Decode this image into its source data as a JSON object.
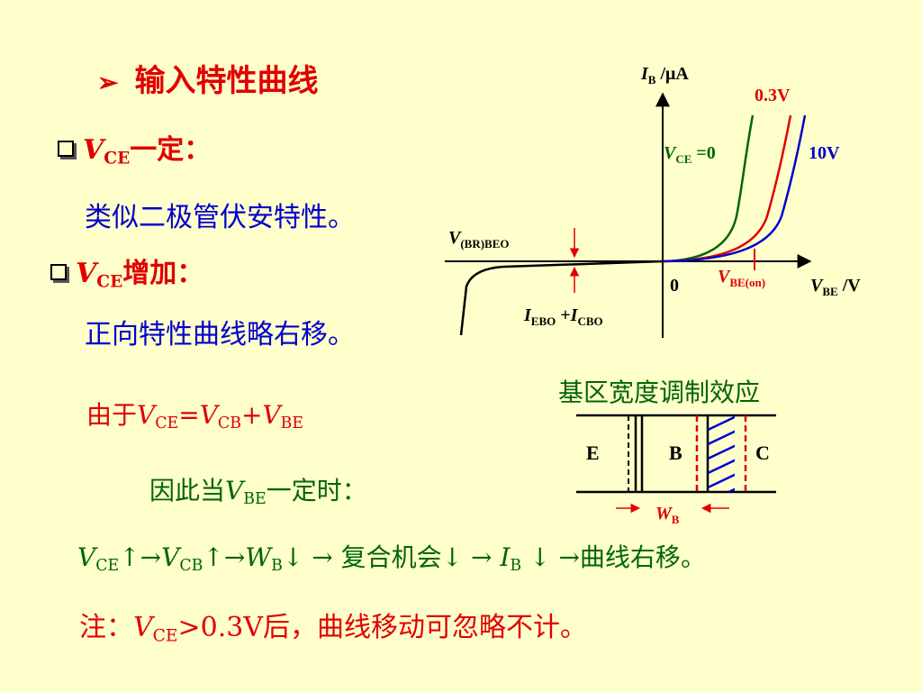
{
  "heading": {
    "arrow": "➢",
    "text": "输入特性曲线"
  },
  "bullet1": {
    "v": "V",
    "sub": "CE",
    "text": "一定：",
    "desc": "类似二极管伏安特性。"
  },
  "bullet2": {
    "v": "V",
    "sub": "CE",
    "text": "增加：",
    "desc": "正向特性曲线略右移。"
  },
  "eq1": {
    "prefix": "由于",
    "v1": "V",
    "s1": "CE",
    "eq": "=",
    "v2": "V",
    "s2": "CB",
    "plus": "+",
    "v3": "V",
    "s3": "BE"
  },
  "eq2": {
    "prefix": "因此当",
    "v": "V",
    "s": "BE",
    "suffix": "一定时："
  },
  "chain": {
    "v1": "V",
    "s1": "CE",
    "a1": "↑→",
    "v2": "V",
    "s2": "CB",
    "a2": "↑→",
    "w": "W",
    "ws": "B",
    "a3": "↓ → ",
    "t1": "复合机会",
    "a4": "↓ → ",
    "i": "I",
    "is": "B",
    "a5": " ↓ →",
    "t2": "曲线右移。"
  },
  "note": {
    "label": "注：",
    "v": "V",
    "s": "CE",
    "gt": ">0.3V",
    "text": "后，曲线移动可忽略不计。"
  },
  "graph": {
    "y_axis_label": "I",
    "y_axis_sub": "B",
    "y_axis_unit": " /μA",
    "x_axis_label": "V",
    "x_axis_sub": "BE",
    "x_axis_unit": " /V",
    "origin": "0",
    "vbe_on": "V",
    "vbe_on_sub": "BE(on)",
    "breakdown": "V",
    "breakdown_sub": "(BR)BEO",
    "leak_i1": "I",
    "leak_s1": "EBO",
    "leak_plus": " +",
    "leak_i2": "I",
    "leak_s2": "CBO",
    "curve_vce0": "V",
    "curve_vce0_sub": "CE",
    "curve_vce0_val": " =0",
    "curve_03": "0.3V",
    "curve_10": "10V",
    "colors": {
      "vce0": "#006600",
      "vce03": "#E00000",
      "vce10": "#0000CC"
    }
  },
  "modulation": {
    "title": "基区宽度调制效应",
    "e": "E",
    "b": "B",
    "c": "C",
    "wb": "W",
    "wb_sub": "B"
  }
}
